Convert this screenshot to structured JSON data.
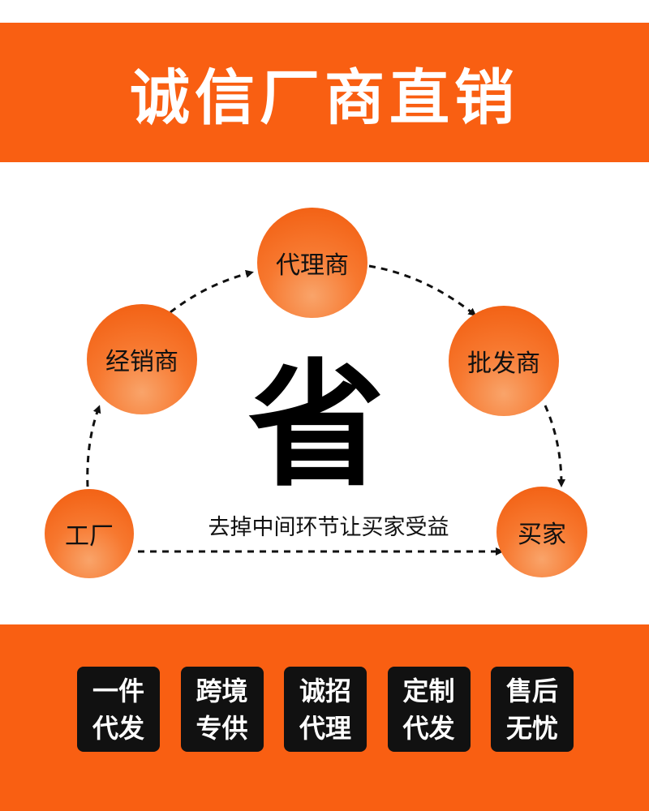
{
  "header": {
    "title": "诚信厂商直销"
  },
  "diagram": {
    "nodes": {
      "factory": "工厂",
      "dealer": "经销商",
      "agent": "代理商",
      "wholesaler": "批发商",
      "buyer": "买家"
    },
    "center_char": "省",
    "tagline": "去掉中间环节让买家受益"
  },
  "features": [
    {
      "line1": "一件",
      "line2": "代发"
    },
    {
      "line1": "跨境",
      "line2": "专供"
    },
    {
      "line1": "诚招",
      "line2": "代理"
    },
    {
      "line1": "定制",
      "line2": "代发"
    },
    {
      "line1": "售后",
      "line2": "无忧"
    }
  ],
  "colors": {
    "brand_orange": "#f95f12",
    "box_black": "#111111"
  }
}
